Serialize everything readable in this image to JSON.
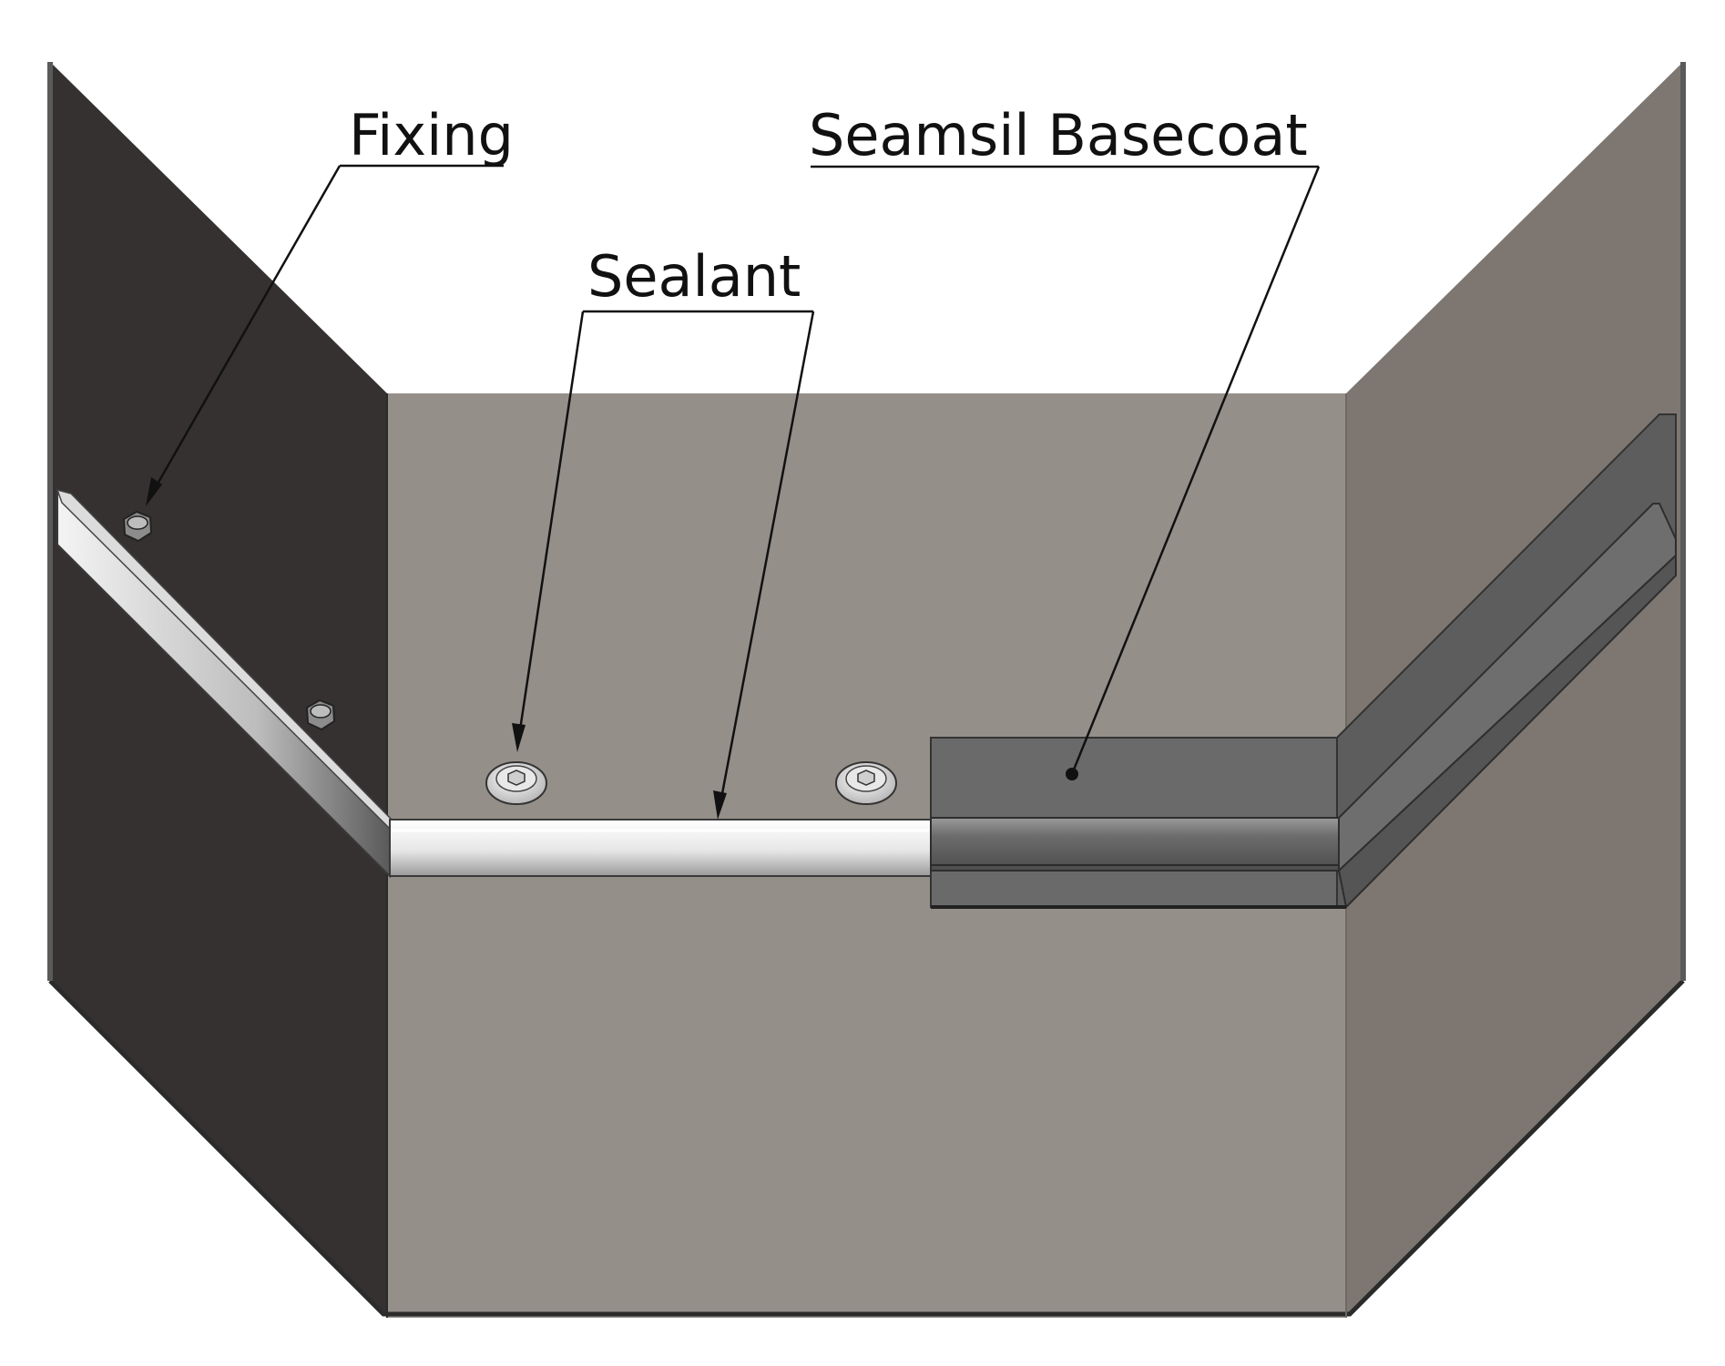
{
  "labels": {
    "fixing": "Fixing",
    "sealant": "Sealant",
    "basecoat": "Seamsil Basecoat"
  },
  "colors": {
    "background": "#ffffff",
    "left_wall": "#353131",
    "back_wall": "#958f89",
    "right_wall": "#7e7771",
    "floor_edge": "#2b2b2b",
    "sealant_bead": "#e8e8e8",
    "basecoat": "#6a6a6a",
    "basecoat_dark": "#4a4a4a",
    "fixing": "#c8c8c8",
    "leader_line": "#111111"
  }
}
